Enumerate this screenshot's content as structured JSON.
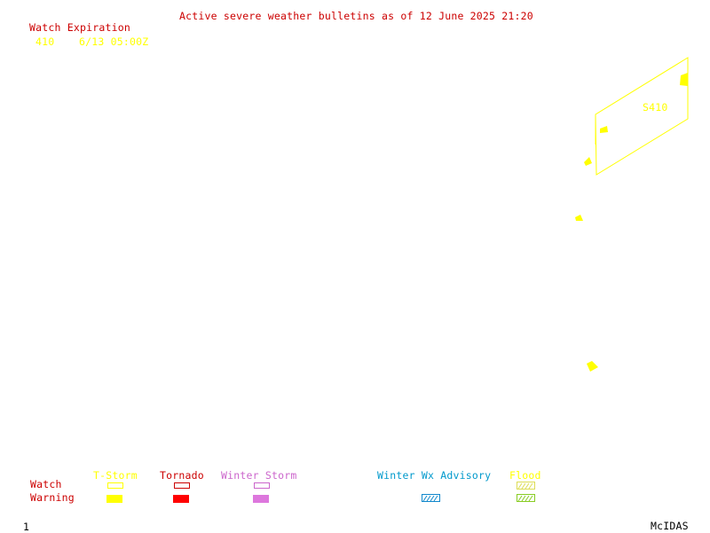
{
  "header": {
    "title": "Active severe weather bulletins as of 12 June 2025 21:20",
    "watch_expiration_label": "Watch Expiration",
    "watch_number": "410",
    "watch_expiration_time": "6/13 05:00Z"
  },
  "map": {
    "watch_box_label": "S410"
  },
  "legend": {
    "row_labels": {
      "watch": "Watch",
      "warning": "Warning"
    },
    "columns": [
      {
        "label": "T-Storm",
        "color": "#ffff00"
      },
      {
        "label": "Tornado",
        "color": "#ff0000"
      },
      {
        "label": "Winter Storm",
        "color": "#dd77dd"
      },
      {
        "label": "Winter Wx Advisory",
        "color": "#1188cc"
      },
      {
        "label": "Flood",
        "color": "#88cc22"
      }
    ]
  },
  "footer": {
    "frame_number": "1",
    "software": "McIDAS"
  }
}
